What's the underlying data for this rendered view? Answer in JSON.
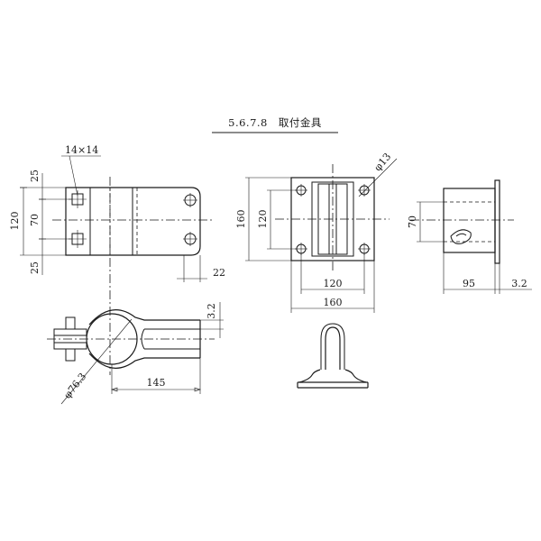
{
  "title": "5.6.7.8　取付金具",
  "dimensions": {
    "d_14x14": "14×14",
    "d_25_top": "25",
    "d_70_left": "70",
    "d_25_bottom": "25",
    "d_120_left": "120",
    "d_22": "22",
    "d_3_2_clamp": "3.2",
    "d_phi_76_3": "φ76.3",
    "d_145": "145",
    "d_phi_13": "φ13",
    "d_160_vert": "160",
    "d_120_vert": "120",
    "d_120_horiz": "120",
    "d_160_horiz": "160",
    "d_70_side": "70",
    "d_95": "95",
    "d_3_2_side": "3.2"
  }
}
